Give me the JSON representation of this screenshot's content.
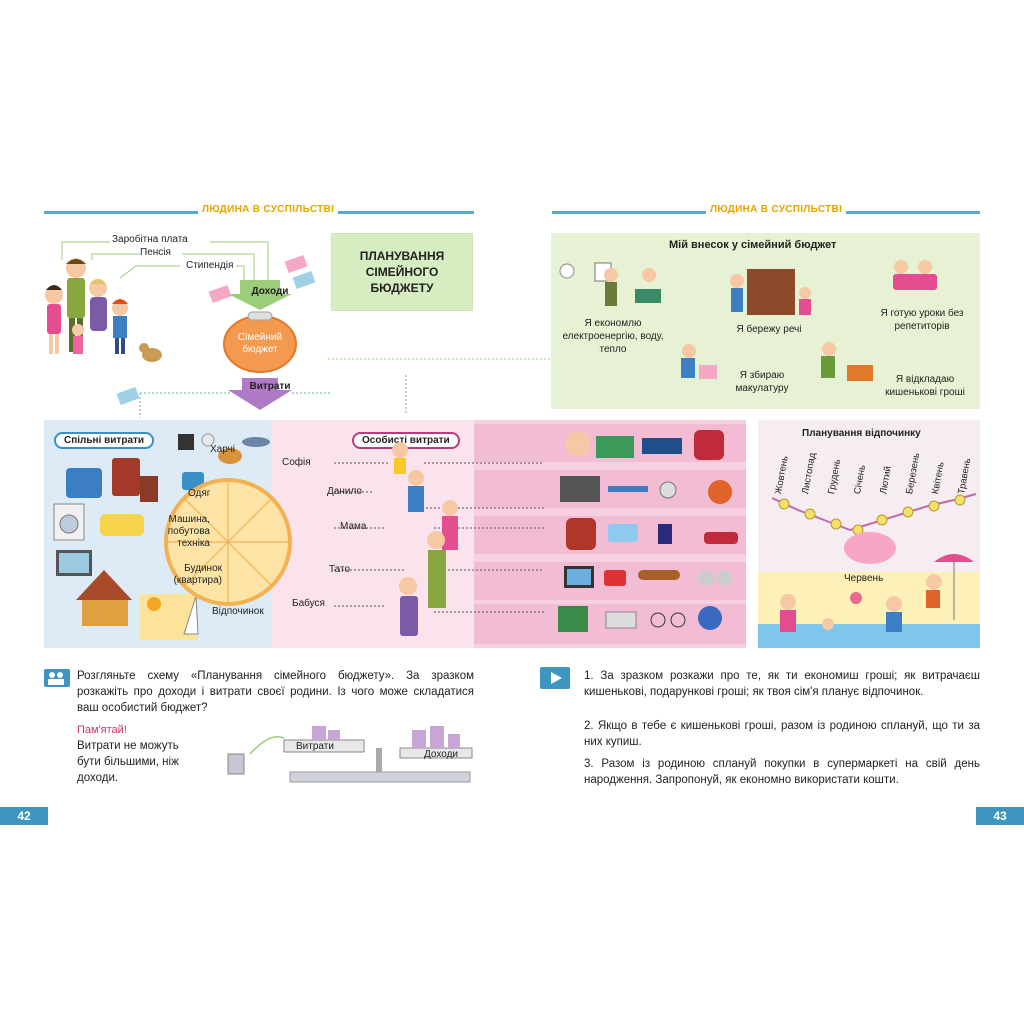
{
  "header": {
    "left_title": "ЛЮДИНА В СУСПІЛЬСТВІ",
    "right_title": "ЛЮДИНА В СУСПІЛЬСТВІ"
  },
  "income": {
    "salary": "Заробітна плата",
    "pension": "Пенсія",
    "stipend": "Стипендія",
    "income_label": "Доходи",
    "budget_label": "Сімейний бюджет",
    "expenses_label": "Витрати"
  },
  "title_box": {
    "line1": "ПЛАНУВАННЯ",
    "line2": "СІМЕЙНОГО",
    "line3": "БЮДЖЕТУ"
  },
  "contribution": {
    "title": "Мій внесок у сімейний бюджет",
    "items": [
      "Я економлю електроенергію, воду, тепло",
      "Я бережу речі",
      "Я готую уроки без репетиторів",
      "Я збираю макулатуру",
      "Я відкладаю кишенькові гроші"
    ]
  },
  "shared": {
    "title": "Спільні витрати",
    "categories": [
      "Харчі",
      "Одяг",
      "Машина, побутова техніка",
      "Будинок (квартира)",
      "Відпочинок"
    ]
  },
  "personal": {
    "title": "Особисті витрати",
    "people": [
      "Софія",
      "Данило",
      "Мама",
      "Тато",
      "Бабуся"
    ]
  },
  "vacation": {
    "title": "Планування відпочинку",
    "months": [
      "Жовтень",
      "Листопад",
      "Грудень",
      "Січень",
      "Лютий",
      "Березень",
      "Квітень",
      "Травень"
    ],
    "june": "Червень"
  },
  "left_text": {
    "task": "Розгляньте схему «Планування сімейного бюджету». За зразком розкажіть про доходи і витрати своєї родини. Із чого може складатися ваш особистий бюджет?",
    "remember": "Пам'ятай!",
    "rule": "Витрати не можуть бути більшими, ніж доходи.",
    "scale_left": "Витрати",
    "scale_right": "Доходи"
  },
  "right_text": {
    "items": [
      "1. За зразком розкажи про те, як ти економиш гроші; як витрачаєш кишенькові, подарункові гроші; як твоя сім'я планує відпочинок.",
      "2. Якщо в тебе є кишенькові гроші, разом із родиною сплануй, що ти за них купиш.",
      "3. Разом із родиною сплануй покупки в супермаркеті на свій день народження. Запропонуй, як економно використати кошти."
    ]
  },
  "pages": {
    "left": "42",
    "right": "43"
  },
  "colors": {
    "accent_blue": "#3e95bf",
    "header_gold": "#e7a400",
    "pink": "#f3bcd5",
    "green": "#e6f2d3"
  }
}
